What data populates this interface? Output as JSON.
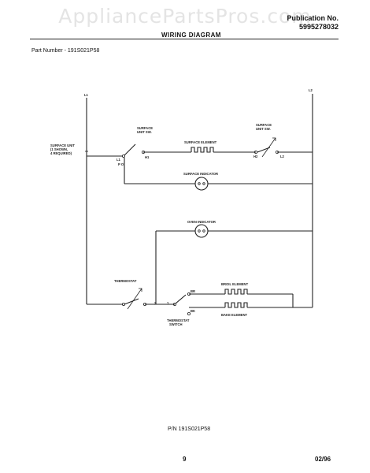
{
  "header": {
    "watermark": "AppliancePartsPros.com",
    "publication_label": "Publication No.",
    "publication_number": "5995278032",
    "title": "WIRING DIAGRAM"
  },
  "part_number": "Part Number - 191S021P58",
  "diagram": {
    "L1": "L1",
    "L2": "L2",
    "surface_unit_sw_left": [
      "SURFACE",
      "UNIT SW."
    ],
    "surface_unit_sw_right": [
      "SURFACE",
      "UNIT SW."
    ],
    "surface_unit_note": [
      "SURFACE UNIT",
      "(1 SHOWN,",
      "4 REQUIRED)"
    ],
    "surface_element": "SURFACE ELEMENT",
    "surface_indicator": "SURFACE INDICATOR",
    "oven_indicator": "OVEN INDICATOR",
    "thermostat": "THERMOSTAT",
    "broil_element": "BROIL ELEMENT",
    "bake_element": "BAKE ELEMENT",
    "thermostat_switch": [
      "THERMOSTAT",
      "SWITCH"
    ],
    "terminals": {
      "l1": "L1",
      "h1": "H1",
      "po": "P O",
      "h2": "H2",
      "l2": "L2",
      "one": "1",
      "two": "2",
      "br": "BR",
      "bk": "BK"
    }
  },
  "footer": {
    "pn": "P/N   191S021P58",
    "page": "9",
    "date": "02/96"
  }
}
